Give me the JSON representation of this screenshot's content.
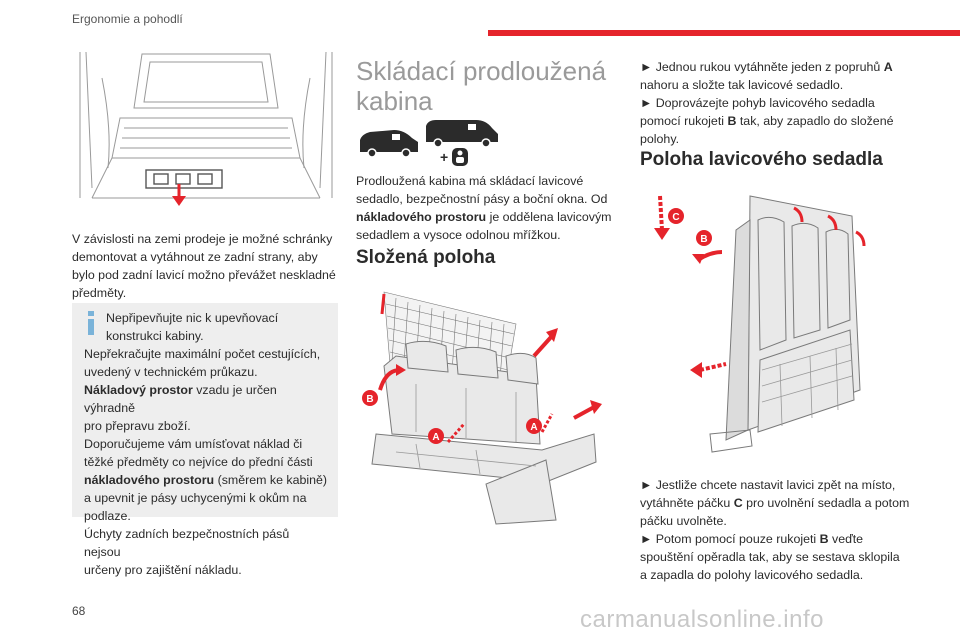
{
  "header": {
    "section": "Ergonomie a pohodlí"
  },
  "page": {
    "number": "68"
  },
  "watermark": "carmanualsonline.info",
  "col1": {
    "para_lines": [
      "V závislosti na zemi prodeje je možné schránky",
      "demontovat a vytáhnout ze zadní strany, aby",
      "bylo pod zadní lavicí možno převážet neskladné",
      "předměty."
    ],
    "info": {
      "l1": "Nepřipevňujte nic k upevňovací",
      "l2": "konstrukci kabiny.",
      "l3": "Nepřekračujte maximální počet cestujících,",
      "l4": "uvedený v technickém průkazu.",
      "l5_b": "Nákladový prostor",
      "l5_r": " vzadu je určen výhradně",
      "l6": "pro přepravu zboží.",
      "l7": "Doporučujeme vám umísťovat náklad či",
      "l8": "těžké předměty co nejvíce do přední části",
      "l9_b": "nákladového prostoru",
      "l9_r": " (směrem ke kabině)",
      "l10": "a upevnit je pásy uchycenými k okům na",
      "l11": "podlaze.",
      "l12": "Úchyty zadních bezpečnostních pásů nejsou",
      "l13": "určeny pro zajištění nákladu."
    }
  },
  "col2": {
    "title_l1": "Skládací prodloužená",
    "title_l2": "kabina",
    "para": {
      "l1": "Prodloužená kabina má skládací lavicové",
      "l2": "sedadlo, bezpečnostní pásy a boční okna. Od",
      "l3_b": "nákladového prostoru",
      "l3_r": " je oddělena lavicovým",
      "l4": "sedadlem a vysoce odolnou mřížkou."
    },
    "section_title": "Složená poloha",
    "labels": {
      "a1": "A",
      "a2": "A",
      "b": "B"
    }
  },
  "col3": {
    "bullets1": {
      "l1_pre": "► Jednou rukou vytáhněte jeden z popruhů ",
      "l1_b": "A",
      "l2": "nahoru a složte tak lavicové sedadlo.",
      "l3": "► Doprovázejte pohyb lavicového sedadla",
      "l4_pre": "pomocí rukojeti ",
      "l4_b": "B",
      "l4_post": " tak, aby zapadlo do složené",
      "l5": "polohy."
    },
    "section_title": "Poloha lavicového sedadla",
    "labels": {
      "c": "C",
      "b": "B"
    },
    "bullets2": {
      "l1": "► Jestliže chcete nastavit lavici zpět na místo,",
      "l2_pre": "vytáhněte páčku ",
      "l2_b": "C",
      "l2_post": " pro uvolnění sedadla a potom",
      "l3": "páčku uvolněte.",
      "l4_pre": "► Potom pomocí pouze rukojeti ",
      "l4_b": "B",
      "l4_post": " veďte",
      "l5": "spouštění opěradla tak, aby se sestava sklopila",
      "l6": "a zapadla do polohy lavicového sedadla."
    }
  },
  "colors": {
    "accent": "#e5242b",
    "info_icon": "#7ab3d9",
    "info_bg": "#eeeeee",
    "heading_grey": "#9a9a9a"
  }
}
